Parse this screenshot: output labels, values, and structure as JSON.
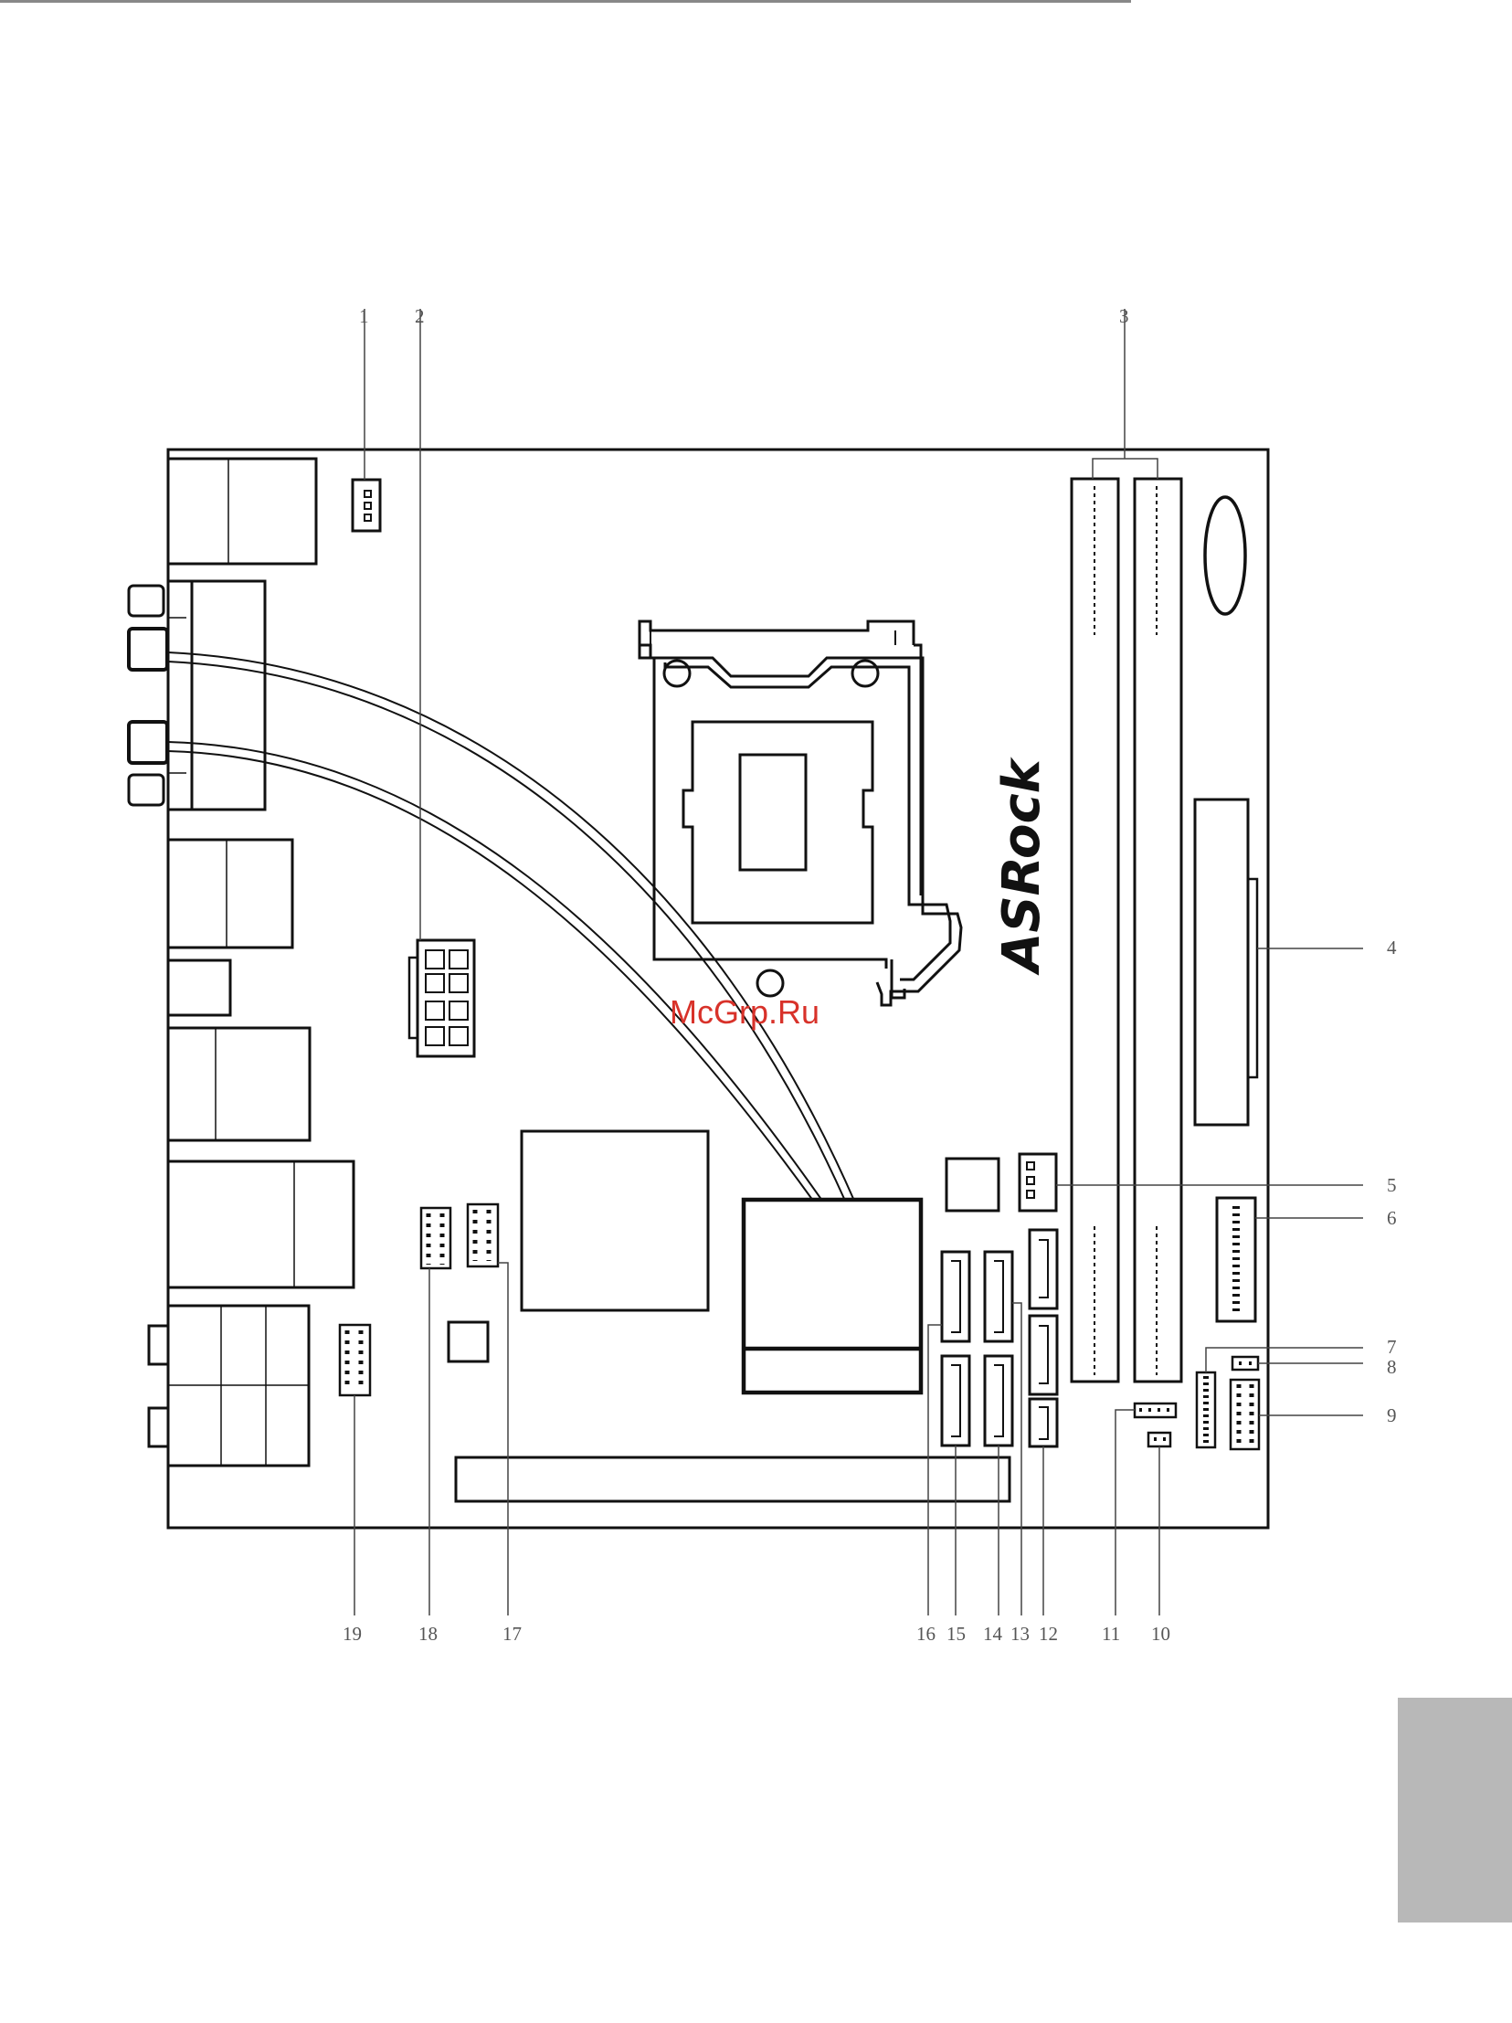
{
  "brand_logo": "ASRock",
  "watermark": "McGrp.Ru",
  "callouts": [
    "1",
    "2",
    "3",
    "4",
    "5",
    "6",
    "7",
    "8",
    "9",
    "10",
    "11",
    "12",
    "13",
    "14",
    "15",
    "16",
    "17",
    "18",
    "19"
  ],
  "colors": {
    "line": "#111111",
    "callout_text": "#555555",
    "watermark": "#d8322a",
    "page_tab": "#b8b8b8",
    "top_rule": "#888888"
  }
}
